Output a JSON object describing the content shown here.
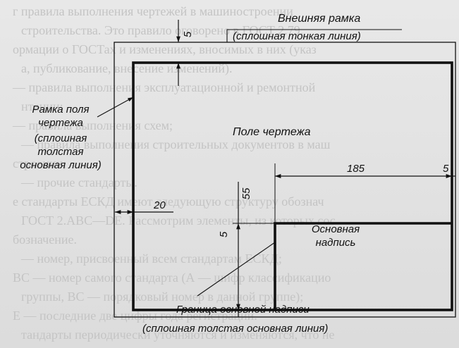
{
  "background_text": [
    "г правила выполнения чертежей в машиностроении",
    "строительства. Это правило оговорено в ГОСТ 2.79.",
    "ормации о ГОСТах и изменениях, вносимых в них (указ",
    "а, публикование, внесение изменений).",
    "— правила выполнения эксплуатационной и ремонтной",
    "нтации;",
    "— правила выполнения схем;",
    "— правила выполнения строительных документов в маш",
    "строении;",
    "— прочие стандарты.",
    "е стандарты ЕСКД имеют следующую структуру обознач",
    "ГОСТ 2.ABC—DE. Рассмотрим элементы, из которых сос",
    "бозначение.",
    "— номер, присвоенный всем стандартам ЕСКД;",
    "BC — номер самого стандарта (А — шифр классификацио",
    "группы, BC — порядковый номер в данной группе);",
    "E — последние две цифры года регистрации.",
    "тандарты периодически уточняются и изменяются, что не"
  ],
  "labels": {
    "outer_frame_title": "Внешняя рамка",
    "outer_frame_note": "(сплошная тонкая линия)",
    "field_frame_line1": "Рамка поля",
    "field_frame_line2": "чертежа",
    "field_frame_line3": "(сплошная",
    "field_frame_line4": "толстая",
    "field_frame_line5": "основная линия)",
    "drawing_field": "Поле чертежа",
    "title_block_line1": "Основная",
    "title_block_line2": "надпись",
    "title_border_title": "Граница основной надписи",
    "title_border_note": "(сплошная толстая основная линия)"
  },
  "dimensions": {
    "top_margin": "5",
    "left_margin": "20",
    "title_block_width": "185",
    "right_margin": "5",
    "title_block_height": "55",
    "bottom_margin": "5"
  },
  "colors": {
    "line": "#111111",
    "page": "#e4e4e4",
    "ghost_text": "#c4c4c4"
  }
}
